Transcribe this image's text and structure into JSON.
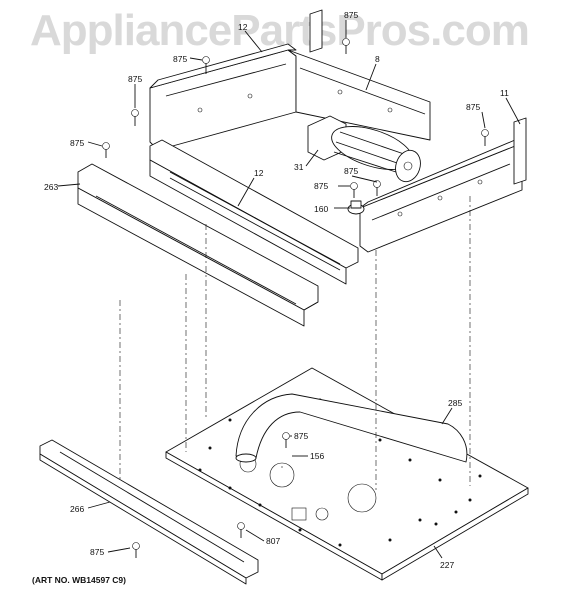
{
  "watermark": "AppliancePartsPros.com",
  "art_number": "(ART NO. WB14597 C9)",
  "callouts": [
    {
      "id": "c-875-top",
      "text": "875"
    },
    {
      "id": "c-12-top",
      "text": "12"
    },
    {
      "id": "c-875-a",
      "text": "875"
    },
    {
      "id": "c-8",
      "text": "8"
    },
    {
      "id": "c-875-b",
      "text": "875"
    },
    {
      "id": "c-875-right",
      "text": "875"
    },
    {
      "id": "c-11",
      "text": "11"
    },
    {
      "id": "c-875-left",
      "text": "875"
    },
    {
      "id": "c-263",
      "text": "263"
    },
    {
      "id": "c-12",
      "text": "12"
    },
    {
      "id": "c-31",
      "text": "31"
    },
    {
      "id": "c-875-c",
      "text": "875"
    },
    {
      "id": "c-875-d",
      "text": "875"
    },
    {
      "id": "c-160",
      "text": "160"
    },
    {
      "id": "c-285",
      "text": "285"
    },
    {
      "id": "c-875-e",
      "text": "875"
    },
    {
      "id": "c-156",
      "text": "156"
    },
    {
      "id": "c-266",
      "text": "266"
    },
    {
      "id": "c-807",
      "text": "807"
    },
    {
      "id": "c-875-f",
      "text": "875"
    },
    {
      "id": "c-227",
      "text": "227"
    }
  ]
}
